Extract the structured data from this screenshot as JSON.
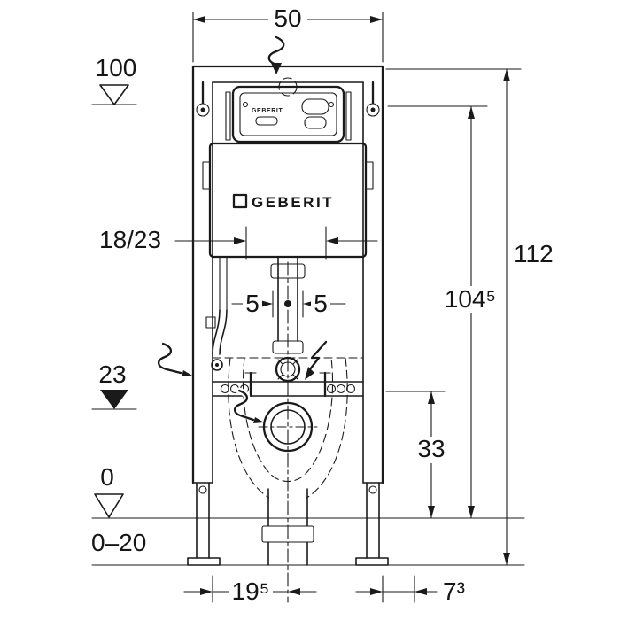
{
  "colors": {
    "line": "#1a1a1a",
    "background": "#ffffff"
  },
  "brand": {
    "cistern_logo": "GEBERIT",
    "plate_logo": "GEBERIT"
  },
  "dims": {
    "top_width": "50",
    "level_high": "100",
    "total_height": "112",
    "inner_height": "104⁵",
    "depth_range": "18/23",
    "offset_left": "5",
    "offset_right": "5",
    "level_mid": "23",
    "outlet_height": "33",
    "level_zero": "0",
    "floor_range": "0–20",
    "outlet_offset": "19⁵",
    "side_offset": "7³"
  }
}
